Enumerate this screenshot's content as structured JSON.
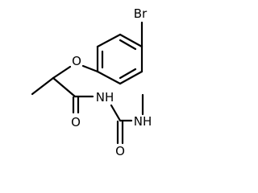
{
  "molecule": {
    "atom_labels": {
      "bromine": "Br",
      "ether_oxygen": "O",
      "carbonyl_oxygen_left": "O",
      "amide_nitrogen": "NH",
      "carbonyl_oxygen_right": "O",
      "methylamino_nitrogen": "NH"
    },
    "colors": {
      "bond": "#000000",
      "label": "#000000",
      "background": "#ffffff"
    }
  }
}
